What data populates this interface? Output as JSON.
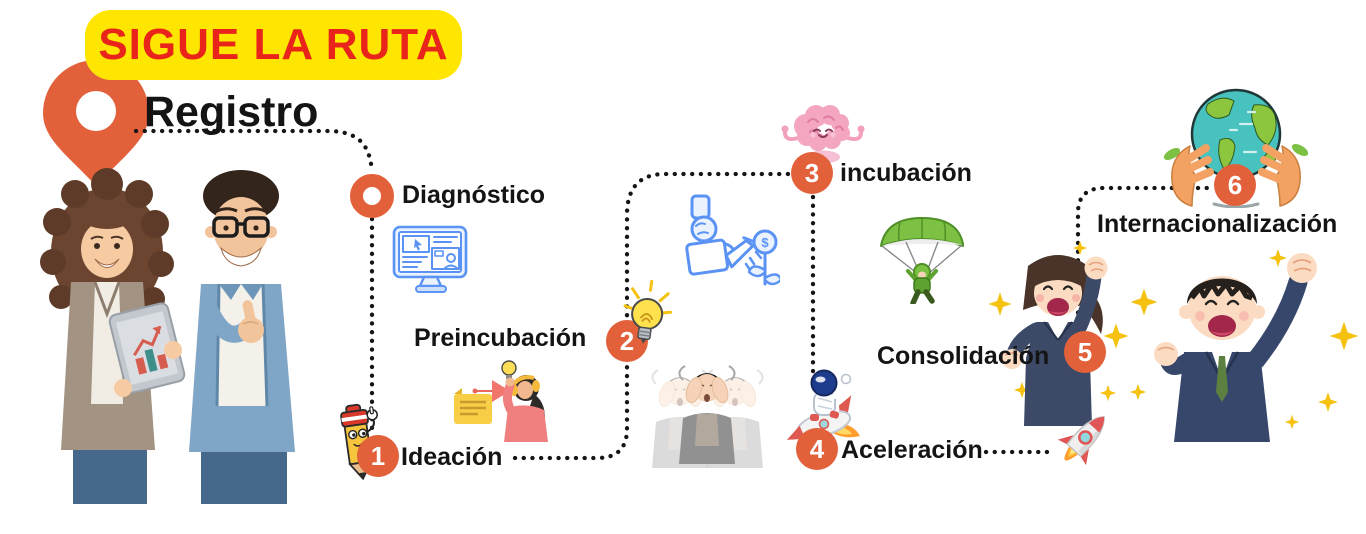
{
  "banner": {
    "text": "SIGUE LA RUTA",
    "bg_color": "#FFE600",
    "text_color": "#E9251B"
  },
  "route": {
    "start_label": "Registro",
    "start_marker_icon": "location-pin-icon",
    "start_illustration": "founders-with-tablet-illustration",
    "stages": [
      {
        "label": "Diagnóstico",
        "num": "",
        "marker": "orange-ring",
        "icon": "monitor-icon"
      },
      {
        "label": "Ideación",
        "num": "1",
        "icon": "pencil-mascot-icon",
        "illustration": "woman-brainstorming-illustration"
      },
      {
        "label": "Preincubación",
        "num": "2",
        "icon": "lightbulb-icon",
        "illustration": "watering-money-plant-icon"
      },
      {
        "label": "incubación",
        "num": "3",
        "icon": "meditating-brain-icon",
        "illustration": "stressed-person-illustration"
      },
      {
        "label": "Aceleración",
        "num": "4",
        "icon": "astronaut-rocket-icon",
        "illustration": "rocket-icon"
      },
      {
        "label": "Consolidación",
        "num": "5",
        "icon": "paraglider-icon",
        "illustration": "celebrating-businesswoman-illustration"
      },
      {
        "label": "Internacionalización",
        "num": "6",
        "icon": "globe-in-hands-icon",
        "illustration": "celebrating-businessman-illustration"
      }
    ]
  },
  "icons": {
    "coin_symbol": "$"
  },
  "colors": {
    "accent": "#E2613A",
    "path_dots": "#151515",
    "line_icon_blue": "#5B93F5",
    "sparkle_yellow": "#F5C211",
    "banner_yellow": "#FFE600",
    "banner_red": "#E9251B"
  }
}
